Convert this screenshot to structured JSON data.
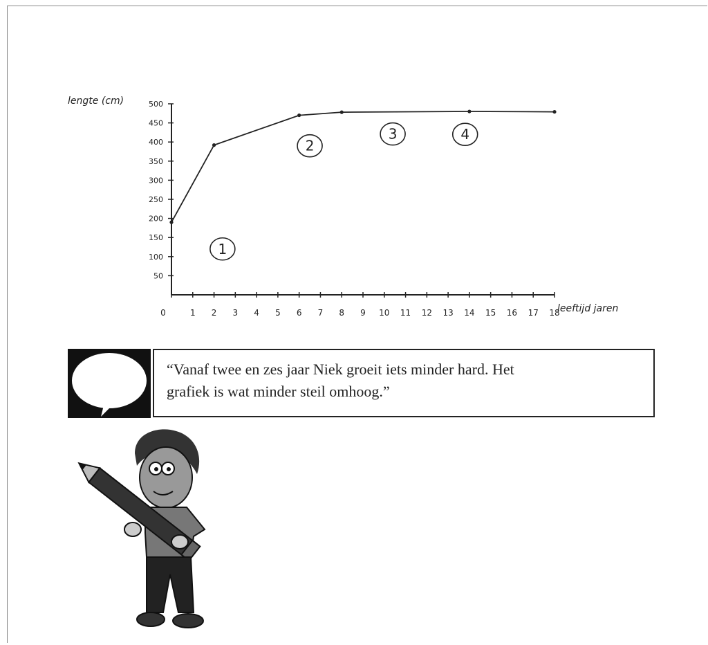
{
  "chart_data": {
    "type": "line",
    "ylabel": "lengte (cm)",
    "xlabel": "leeftijd jaren",
    "x": [
      0,
      2,
      6,
      8,
      14,
      18
    ],
    "values": [
      190,
      392,
      470,
      478,
      480,
      479
    ],
    "xlim": [
      0,
      18
    ],
    "ylim": [
      0,
      500
    ],
    "x_ticks": [
      "0",
      "1",
      "2",
      "3",
      "4",
      "5",
      "6",
      "7",
      "8",
      "9",
      "10",
      "11",
      "12",
      "13",
      "14",
      "15",
      "16",
      "17",
      "18"
    ],
    "y_ticks": [
      "50",
      "100",
      "150",
      "200",
      "250",
      "300",
      "350",
      "400",
      "450",
      "500"
    ],
    "annotations": [
      "1",
      "2",
      "3",
      "4"
    ]
  },
  "caption": {
    "line1": "“Vanaf twee en zes jaar Niek groeit iets minder hard. Het",
    "line2": "grafiek is wat minder steil omhoog.”"
  }
}
